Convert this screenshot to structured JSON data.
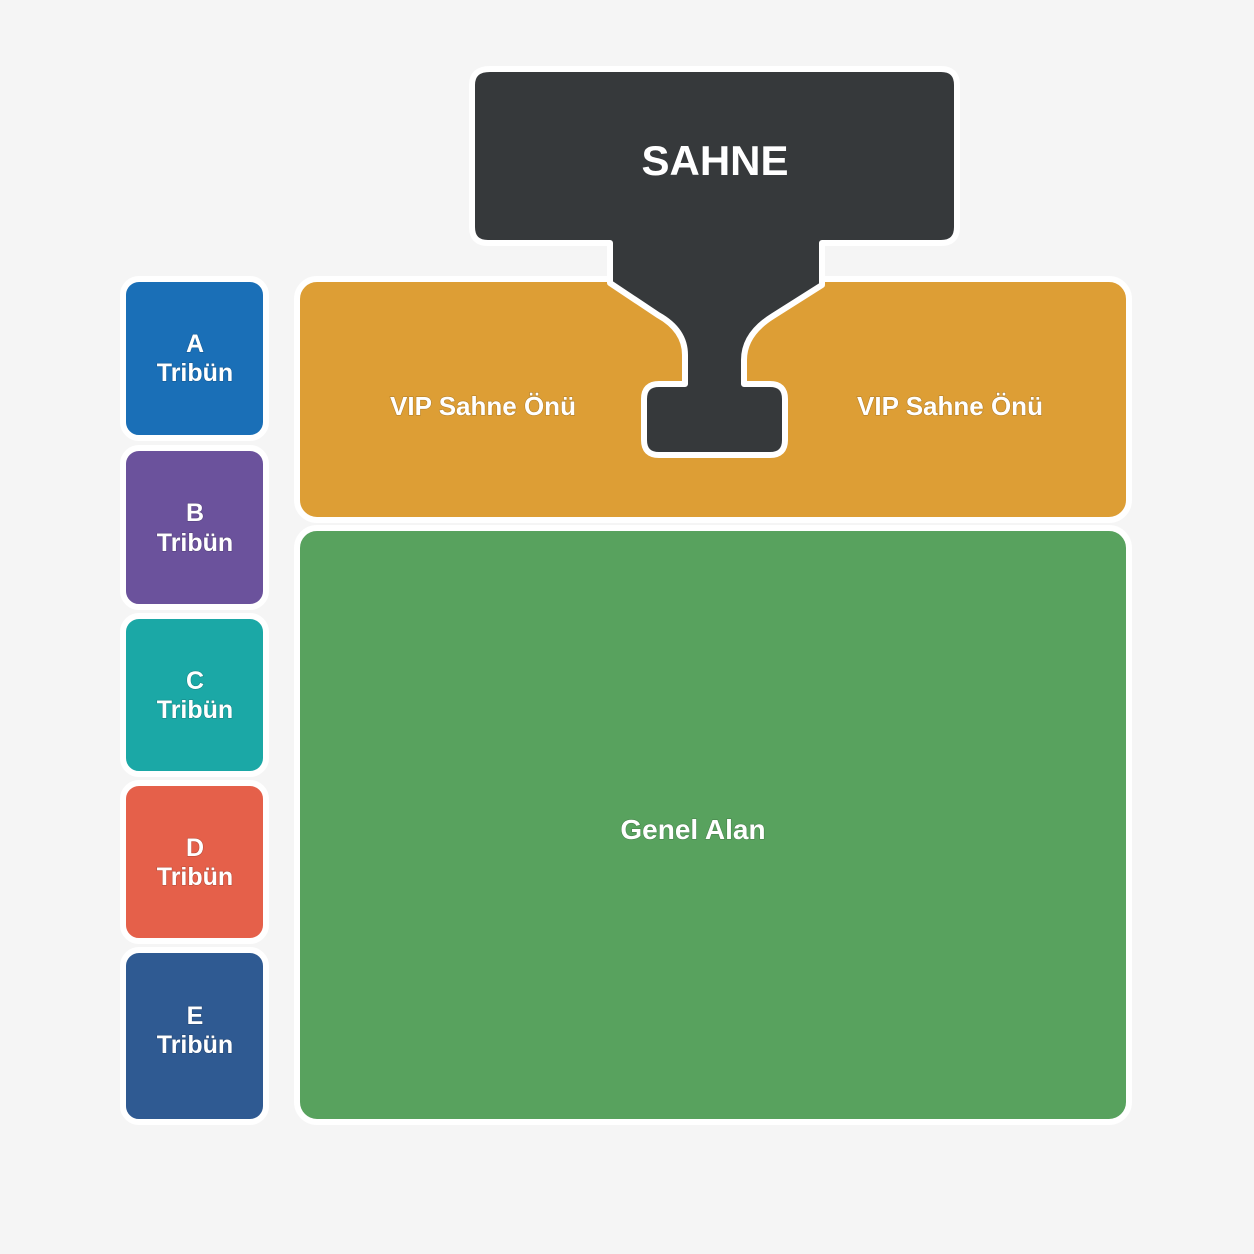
{
  "stage": {
    "label": "SAHNE",
    "color": "#36393b"
  },
  "vip": {
    "left_label": "VIP Sahne Önü",
    "right_label": "VIP Sahne Önü",
    "color": "#dd9e35"
  },
  "general": {
    "label": "Genel Alan",
    "color": "#58a25e"
  },
  "stands": [
    {
      "letter": "A",
      "word": "Tribün",
      "color": "#1a6fb7"
    },
    {
      "letter": "B",
      "word": "Tribün",
      "color": "#6b529c"
    },
    {
      "letter": "C",
      "word": "Tribün",
      "color": "#1ba8a6"
    },
    {
      "letter": "D",
      "word": "Tribün",
      "color": "#e5604a"
    },
    {
      "letter": "E",
      "word": "Tribün",
      "color": "#2f5a92"
    }
  ],
  "background": "#f5f5f5"
}
